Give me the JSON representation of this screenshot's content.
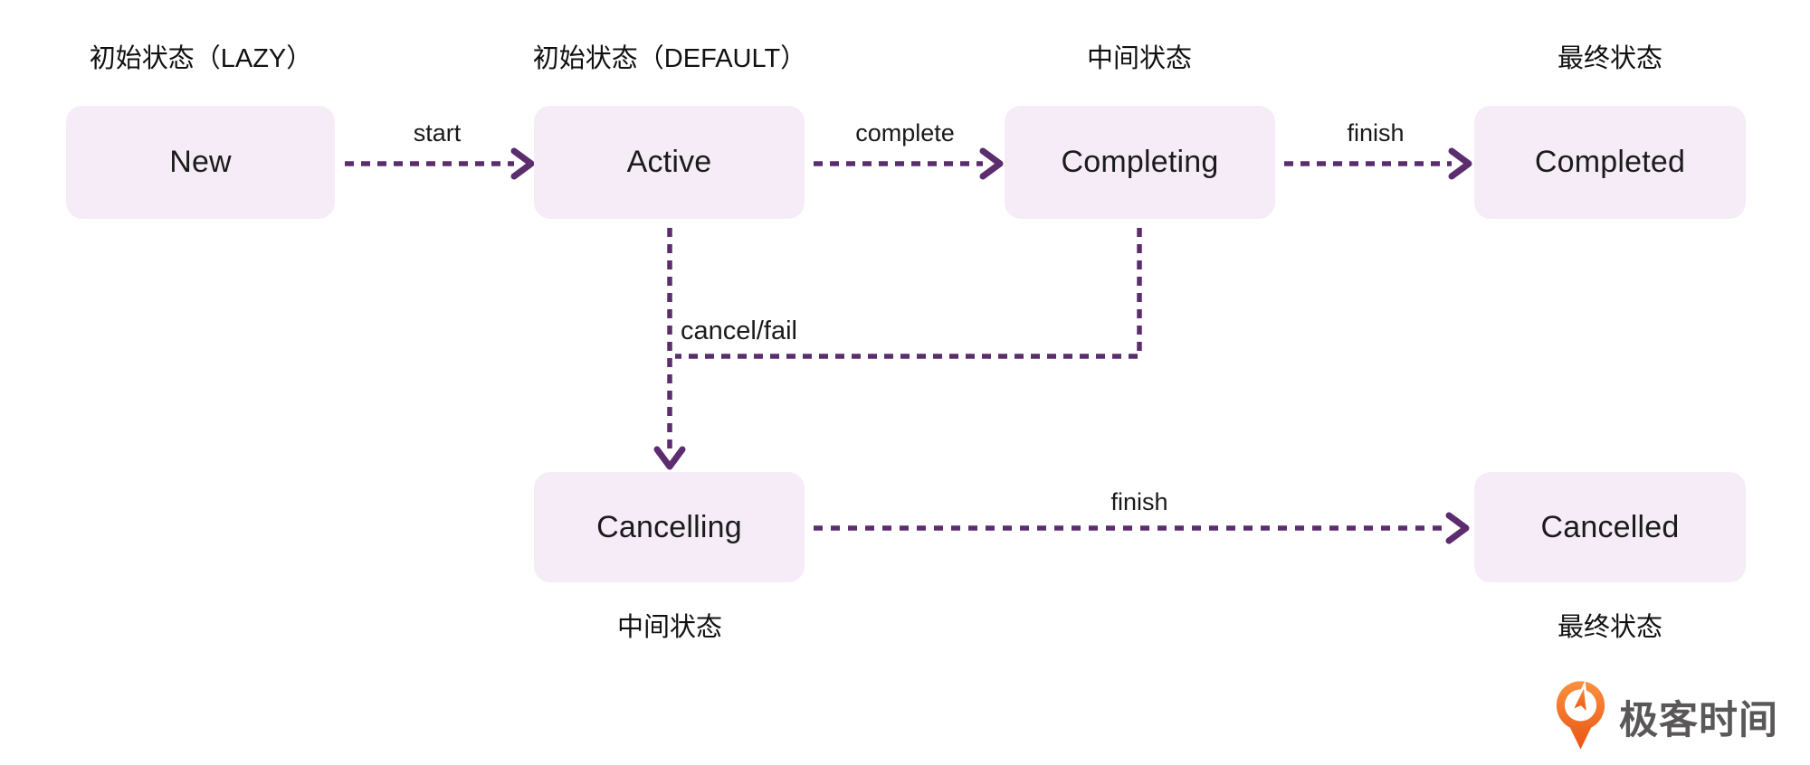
{
  "diagram": {
    "title_hint": "task lifecycle state machine",
    "colors": {
      "background": "#ffffff",
      "node_fill": "#F5ECF7",
      "node_text": "#1b1b1b",
      "arrow": "#5C2D6E",
      "caption_text": "#111111"
    },
    "nodes": [
      {
        "id": "new",
        "label": "New"
      },
      {
        "id": "active",
        "label": "Active"
      },
      {
        "id": "completing",
        "label": "Completing"
      },
      {
        "id": "completed",
        "label": "Completed"
      },
      {
        "id": "cancelling",
        "label": "Cancelling"
      },
      {
        "id": "cancelled",
        "label": "Cancelled"
      }
    ],
    "captions": {
      "initial_lazy": "初始状态（LAZY）",
      "initial_default": "初始状态（DEFAULT）",
      "intermediate_top": "中间状态",
      "final_top": "最终状态",
      "intermediate_bottom": "中间状态",
      "final_bottom": "最终状态"
    },
    "edges": [
      {
        "from": "New",
        "to": "Active",
        "label": "start"
      },
      {
        "from": "Active",
        "to": "Completing",
        "label": "complete"
      },
      {
        "from": "Completing",
        "to": "Completed",
        "label": "finish"
      },
      {
        "from": "Active",
        "to": "Cancelling",
        "label": "cancel/fail"
      },
      {
        "from": "Completing",
        "to": "Cancelling",
        "label": ""
      },
      {
        "from": "Cancelling",
        "to": "Cancelled",
        "label": "finish"
      }
    ]
  },
  "watermark": {
    "logo_text": "极客时间",
    "logo_text_color": "#595757",
    "icon": "geektime-pin-icon",
    "icon_color_top": "#F9913F",
    "icon_color_bottom": "#EA5413"
  }
}
